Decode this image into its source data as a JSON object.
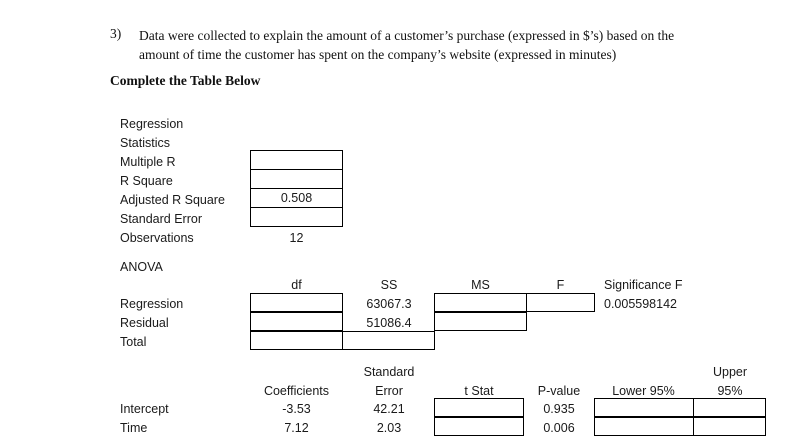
{
  "question": {
    "number": "3)",
    "line1": "Data were collected to explain the amount of a customer’s purchase (expressed in $’s) based on the",
    "line2": "amount of time the customer has spent on the company’s website (expressed in minutes)",
    "subheading": "Complete the Table Below"
  },
  "regression_statistics": {
    "title_line1": "Regression",
    "title_line2": "Statistics",
    "rows": [
      {
        "label": "Multiple R",
        "value": "",
        "boxed": true
      },
      {
        "label": "R Square",
        "value": "",
        "boxed": true
      },
      {
        "label": "Adjusted R Square",
        "value": "0.508",
        "boxed": true
      },
      {
        "label": "Standard Error",
        "value": "",
        "boxed": true
      },
      {
        "label": "Observations",
        "value": "12",
        "boxed": false
      }
    ]
  },
  "anova": {
    "title": "ANOVA",
    "headers": [
      "df",
      "SS",
      "MS",
      "F",
      "Significance F"
    ],
    "rows": [
      {
        "label": "Regression",
        "df": "",
        "ss": "63067.3",
        "ms": "",
        "f": "",
        "sig_f": "0.005598142"
      },
      {
        "label": "Residual",
        "df": "",
        "ss": "51086.4",
        "ms": "",
        "f": "",
        "sig_f": ""
      },
      {
        "label": "Total",
        "df": "",
        "ss": "",
        "ms": "",
        "f": "",
        "sig_f": ""
      }
    ]
  },
  "coefficients_table": {
    "headers": {
      "coefficients": "Coefficients",
      "standard_error_line1": "Standard",
      "standard_error_line2": "Error",
      "t_stat": "t Stat",
      "p_value": "P-value",
      "lower_95": "Lower 95%",
      "upper_95_line1": "Upper",
      "upper_95_line2": "95%"
    },
    "rows": [
      {
        "label": "Intercept",
        "coefficient": "-3.53",
        "standard_error": "42.21",
        "t_stat": "",
        "p_value": "0.935",
        "lower_95": "",
        "upper_95": ""
      },
      {
        "label": "Time",
        "coefficient": "7.12",
        "standard_error": "2.03",
        "t_stat": "",
        "p_value": "0.006",
        "lower_95": "",
        "upper_95": ""
      }
    ]
  }
}
